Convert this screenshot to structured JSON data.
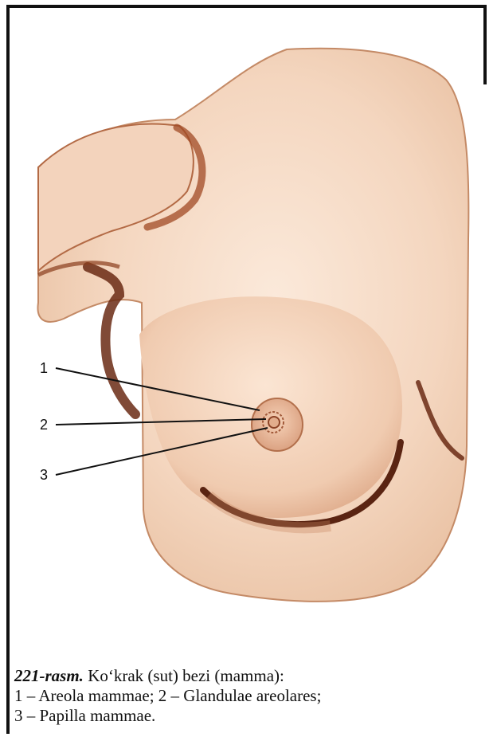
{
  "figure": {
    "number": "221-rasm.",
    "title": "Ko‘krak (sut) bezi (mamma):",
    "legend_line1": "1 – Areola mammae; 2 – Glandulae areolares;",
    "legend_line2": "3 – Papilla mammae."
  },
  "callouts": [
    {
      "label": "1",
      "target": "Areola mammae"
    },
    {
      "label": "2",
      "target": "Glandulae areolares"
    },
    {
      "label": "3",
      "target": "Papilla mammae"
    }
  ],
  "colors": {
    "skin": "#f6dcc6",
    "skin_shadow": "#d9a585",
    "contour": "#9a4e2c",
    "dark_fold": "#5a2412"
  }
}
